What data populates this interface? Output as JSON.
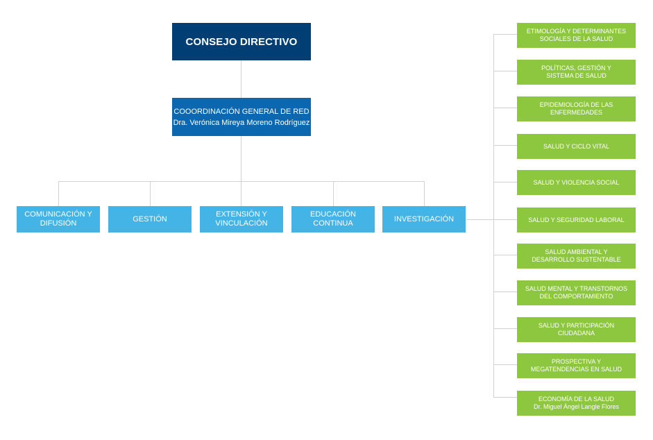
{
  "council": {
    "label": "CONSEJO DIRECTIVO"
  },
  "coordination": {
    "title": "COOORDINACIÓN GENERAL DE RED",
    "person": "Dra. Verónica Mireya Moreno Rodríguez"
  },
  "departments": [
    {
      "line1": "COMUNICACIÓN Y",
      "line2": "DIFUSIÓN"
    },
    {
      "line1": "GESTIÓN",
      "line2": ""
    },
    {
      "line1": "EXTENSIÓN Y",
      "line2": "VINCULACIÓN"
    },
    {
      "line1": "EDUCACIÓN",
      "line2": "CONTINUA"
    },
    {
      "line1": "INVESTIGACIÓN",
      "line2": ""
    }
  ],
  "research_lines": [
    {
      "line1": "ETIMOLOGÍA Y DETERMINANTES",
      "line2": "SOCIALES DE LA SALUD"
    },
    {
      "line1": "POLÍTICAS, GESTIÓN Y",
      "line2": "SISTEMA DE SALUD"
    },
    {
      "line1": "EPIDEMIOLOGÍA DE LAS",
      "line2": "ENFERMEDADES"
    },
    {
      "line1": "SALUD Y CICLO VITAL",
      "line2": ""
    },
    {
      "line1": "SALUD Y VIOLENCIA SOCIAL",
      "line2": ""
    },
    {
      "line1": "SALUD Y SEGURIDAD LABORAL",
      "line2": ""
    },
    {
      "line1": "SALUD AMBIENTAL Y",
      "line2": "DESARROLLO SUSTENTABLE"
    },
    {
      "line1": "SALUD MENTAL Y TRANSTORNOS",
      "line2": "DEL COMPORTAMIENTO"
    },
    {
      "line1": "SALUD Y PARTICIPACIÓN",
      "line2": "CIUDADANA"
    },
    {
      "line1": "PROSPECTIVA Y",
      "line2": "MEGATENDENCIAS EN SALUD"
    },
    {
      "line1": "ECONOMÍA DE LA SALUD",
      "line2": "Dr. Miguel Ángel Langle Flores"
    }
  ],
  "colors": {
    "council": "#003e73",
    "coordination": "#0b68b0",
    "departments": "#44b3e6",
    "research_lines": "#8dc63f",
    "connectors": "#d0d0d0"
  }
}
